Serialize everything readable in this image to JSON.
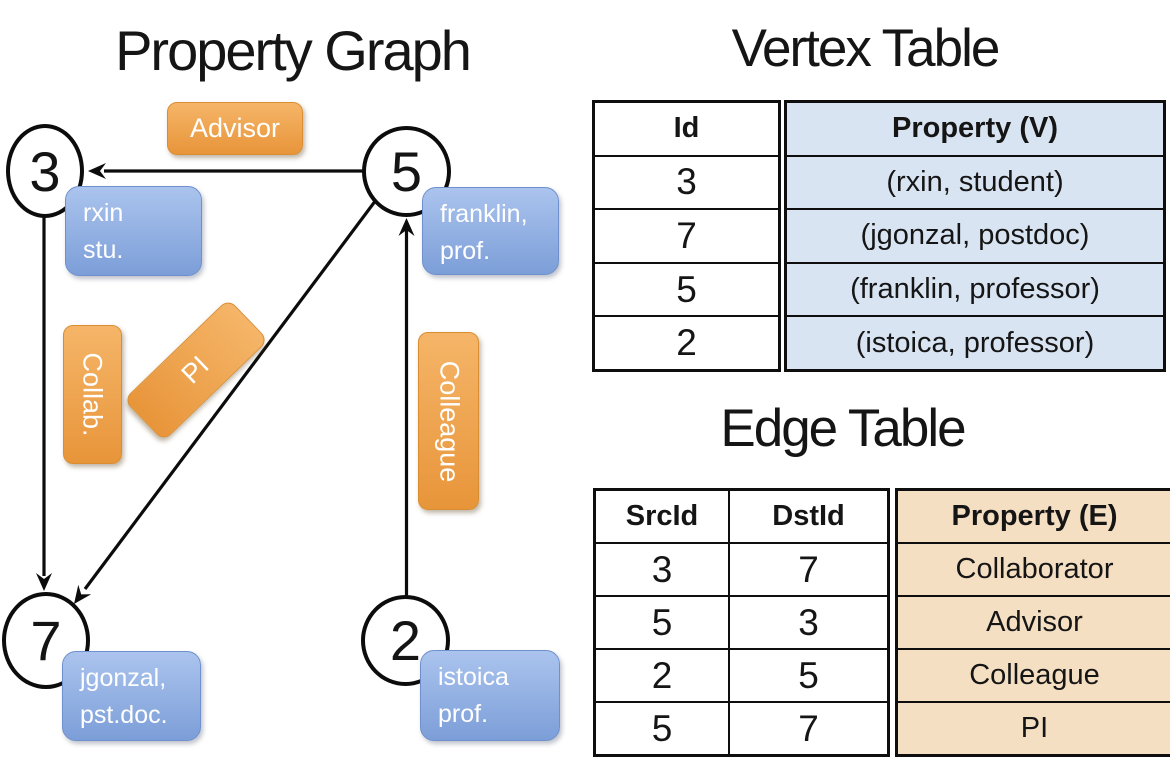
{
  "graph": {
    "title": "Property Graph",
    "node3": "3",
    "node5": "5",
    "node7": "7",
    "node2": "2",
    "vertex_label_rxin_line1": "rxin",
    "vertex_label_rxin_line2": "stu.",
    "vertex_label_franklin_line1": "franklin,",
    "vertex_label_franklin_line2": "prof.",
    "vertex_label_jgonzal_line1": "jgonzal,",
    "vertex_label_jgonzal_line2": "pst.doc.",
    "vertex_label_istoica_line1": "istoica",
    "vertex_label_istoica_line2": "prof.",
    "edge_label_advisor": "Advisor",
    "edge_label_collab": "Collab.",
    "edge_label_pi": "PI",
    "edge_label_colleague": "Colleague"
  },
  "vertex_table": {
    "title": "Vertex Table",
    "id_header": "Id",
    "property_header": "Property (V)",
    "ids": [
      "3",
      "7",
      "5",
      "2"
    ],
    "properties": [
      "(rxin, student)",
      "(jgonzal, postdoc)",
      "(franklin, professor)",
      "(istoica, professor)"
    ]
  },
  "edge_table": {
    "title": "Edge Table",
    "src_header": "SrcId",
    "dst_header": "DstId",
    "property_header": "Property (E)",
    "src_ids": [
      "3",
      "5",
      "2",
      "5"
    ],
    "dst_ids": [
      "7",
      "3",
      "5",
      "7"
    ],
    "properties": [
      "Collaborator",
      "Advisor",
      "Colleague",
      "PI"
    ]
  },
  "colors": {
    "vertex_property_fill": "#d9e4f2",
    "edge_property_fill": "#f5dfc3",
    "vertex_box_top": "#abc4ee",
    "vertex_box_bottom": "#7c9ed8",
    "edge_box_top": "#f5b568",
    "edge_box_bottom": "#e8953a",
    "line_color": "#0c0c0c"
  }
}
